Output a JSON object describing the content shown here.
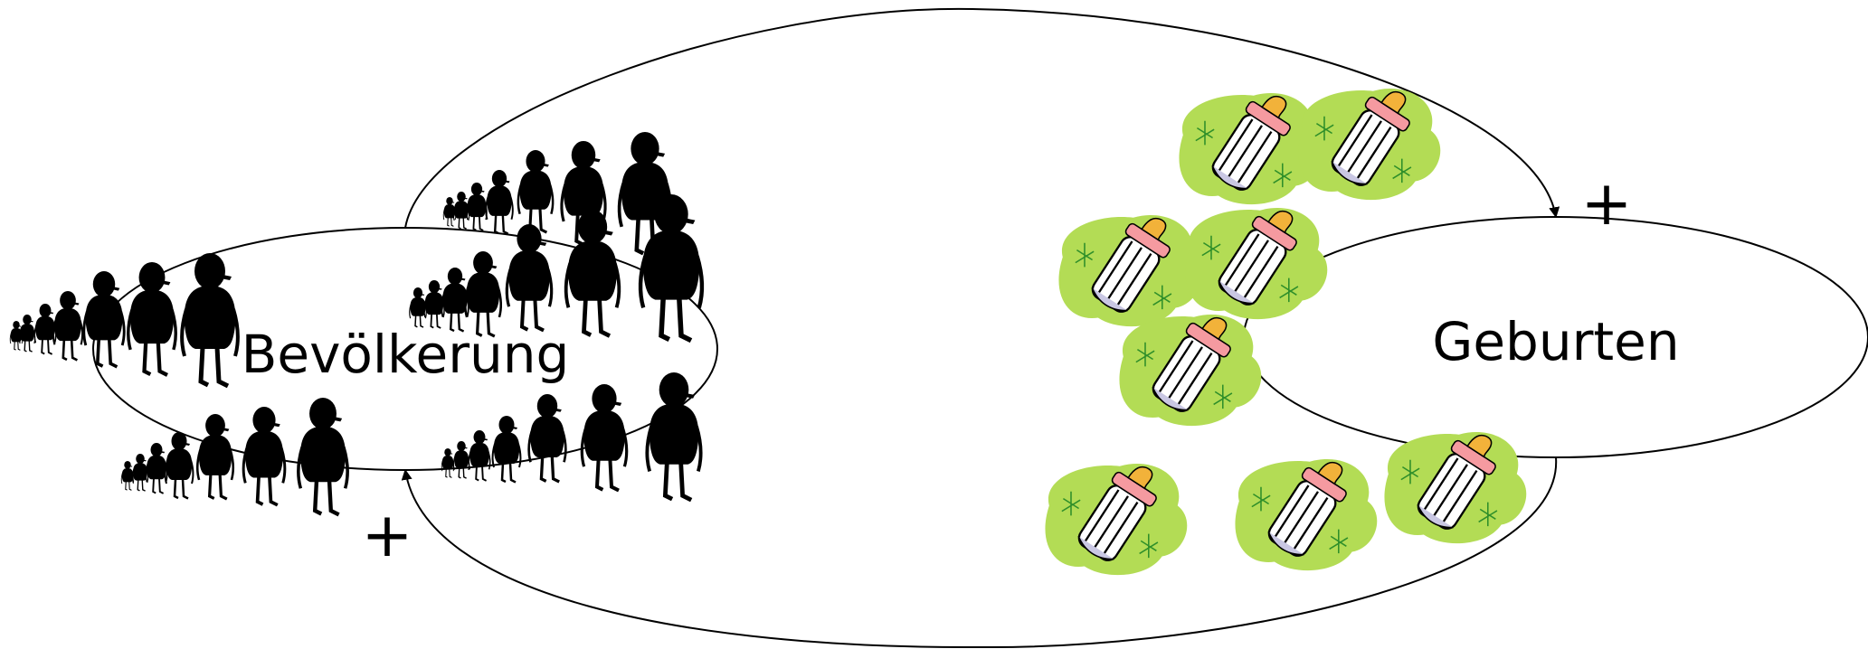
{
  "diagram": {
    "nodes": [
      {
        "id": "bevoelkerung",
        "label": "Bevölkerung"
      },
      {
        "id": "geburten",
        "label": "Geburten"
      }
    ],
    "links": [
      {
        "from": "bevoelkerung",
        "to": "geburten",
        "polarity": "+"
      },
      {
        "from": "geburten",
        "to": "bevoelkerung",
        "polarity": "+"
      }
    ]
  },
  "icons": {
    "people": "person-silhouette-icon",
    "bottles": "baby-bottle-icon"
  },
  "colors": {
    "stroke": "#000000",
    "person_fill": "#000000",
    "bottle_bg": "#b3dc55",
    "bottle_nipple": "#f2b23a",
    "bottle_ring": "#f59aa0"
  }
}
